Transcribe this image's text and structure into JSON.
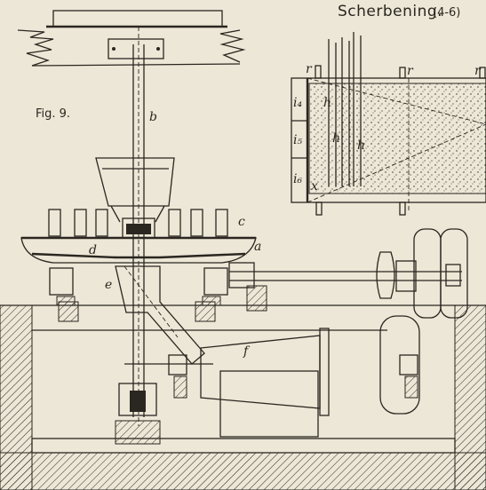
{
  "header": {
    "author": "Scherbening.",
    "plate_ref": "(4-6)"
  },
  "figure": {
    "label": "Fig. 9."
  },
  "labels": {
    "a": "a",
    "b": "b",
    "c": "c",
    "d": "d",
    "e": "e",
    "f": "f",
    "h1": "h",
    "h2": "h",
    "h3": "h",
    "r1": "r",
    "r2": "r",
    "r3": "r",
    "i4": "i₄",
    "i5": "i₅",
    "i6": "i₆",
    "x": "x"
  }
}
